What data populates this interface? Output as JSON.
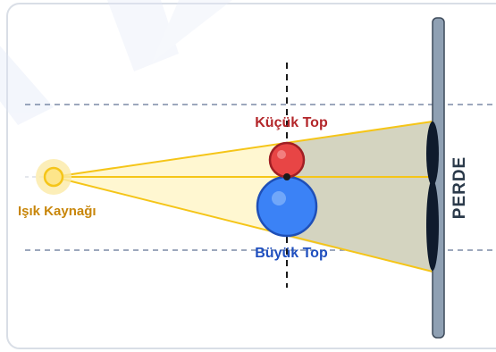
{
  "labels": {
    "light_source": "Işık Kaynağı",
    "small_ball": "Küçük Top",
    "big_ball": "Büyük Top",
    "screen": "PERDE"
  },
  "colors": {
    "light_source": "#f5c518",
    "light_source_label": "#c8860a",
    "beam_fill": "#fff7d1",
    "beam_line": "#f5c518",
    "shadow_fill": "#d4d4c0",
    "small_ball": "#e84545",
    "small_ball_label": "#b3262a",
    "big_ball": "#3b82f6",
    "big_ball_label": "#1f4fbf",
    "screen": "#8fa0b3",
    "screen_text": "#2b3a4a",
    "umbra": "#0f1b2d",
    "guide_line": "#7b8aa6"
  }
}
